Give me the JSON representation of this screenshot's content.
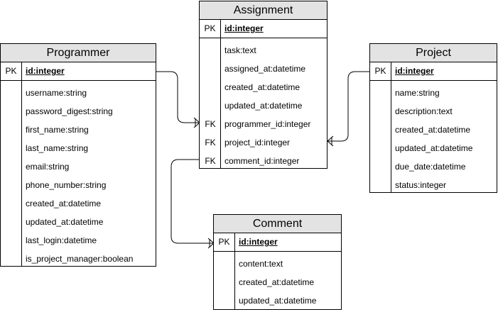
{
  "entities": {
    "assignment": {
      "name": "Assignment",
      "pk_label": "PK",
      "pk": "id:integer",
      "fields": [
        {
          "key": "",
          "name": "task:text"
        },
        {
          "key": "",
          "name": "assigned_at:datetime"
        },
        {
          "key": "",
          "name": "created_at:datetime"
        },
        {
          "key": "",
          "name": "updated_at:datetime"
        },
        {
          "key": "FK",
          "name": "programmer_id:integer"
        },
        {
          "key": "FK",
          "name": "project_id:integer"
        },
        {
          "key": "FK",
          "name": "comment_id:integer"
        }
      ]
    },
    "programmer": {
      "name": "Programmer",
      "pk_label": "PK",
      "pk": "id:integer",
      "fields": [
        {
          "key": "",
          "name": "username:string"
        },
        {
          "key": "",
          "name": "password_digest:string"
        },
        {
          "key": "",
          "name": "first_name:string"
        },
        {
          "key": "",
          "name": "last_name:string"
        },
        {
          "key": "",
          "name": "email:string"
        },
        {
          "key": "",
          "name": "phone_number:string"
        },
        {
          "key": "",
          "name": "created_at:datetime"
        },
        {
          "key": "",
          "name": "updated_at:datetime"
        },
        {
          "key": "",
          "name": "last_login:datetime"
        },
        {
          "key": "",
          "name": "is_project_manager:boolean"
        }
      ]
    },
    "project": {
      "name": "Project",
      "pk_label": "PK",
      "pk": "id:integer",
      "fields": [
        {
          "key": "",
          "name": "name:string"
        },
        {
          "key": "",
          "name": "description:text"
        },
        {
          "key": "",
          "name": "created_at:datetime"
        },
        {
          "key": "",
          "name": "updated_at:datetime"
        },
        {
          "key": "",
          "name": "due_date:datetime"
        },
        {
          "key": "",
          "name": "status:integer"
        }
      ]
    },
    "comment": {
      "name": "Comment",
      "pk_label": "PK",
      "pk": "id:integer",
      "fields": [
        {
          "key": "",
          "name": "content:text"
        },
        {
          "key": "",
          "name": "created_at:datetime"
        },
        {
          "key": "",
          "name": "updated_at:datetime"
        }
      ]
    }
  },
  "relationships": [
    {
      "from": "programmer.id",
      "to": "assignment.programmer_id"
    },
    {
      "from": "project.id",
      "to": "assignment.project_id"
    },
    {
      "from": "assignment.comment_id",
      "to": "comment.id"
    }
  ]
}
